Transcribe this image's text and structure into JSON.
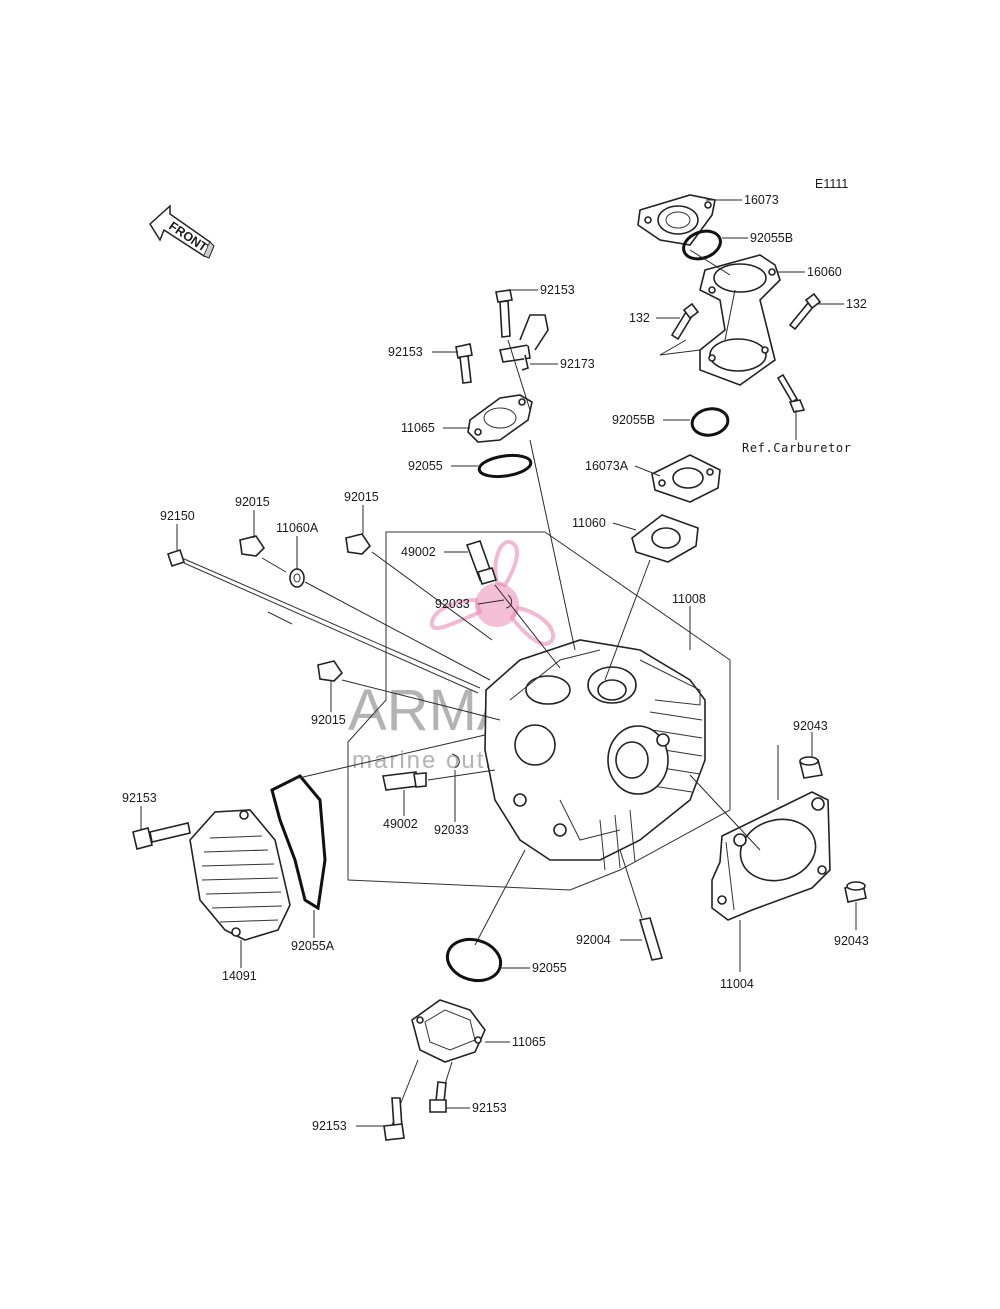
{
  "diagram_code": "E1111",
  "front_label": "FRONT",
  "ref_note": "Ref.Carburetor",
  "watermark": {
    "brand": "ARMADA",
    "tagline": "marine outboards",
    "accent_color": "#e98ab5"
  },
  "part_labels": [
    "16073",
    "92055B",
    "16060",
    "132",
    "132",
    "92055B",
    "16073A",
    "11060",
    "92153",
    "92173",
    "92153",
    "11065",
    "92055",
    "92015",
    "92015",
    "11060A",
    "92150",
    "49002",
    "92033",
    "11008",
    "92015",
    "92043",
    "92153",
    "49002",
    "92033",
    "92055A",
    "14091",
    "92004",
    "92043",
    "11004",
    "92055",
    "11065",
    "92153",
    "92153"
  ]
}
